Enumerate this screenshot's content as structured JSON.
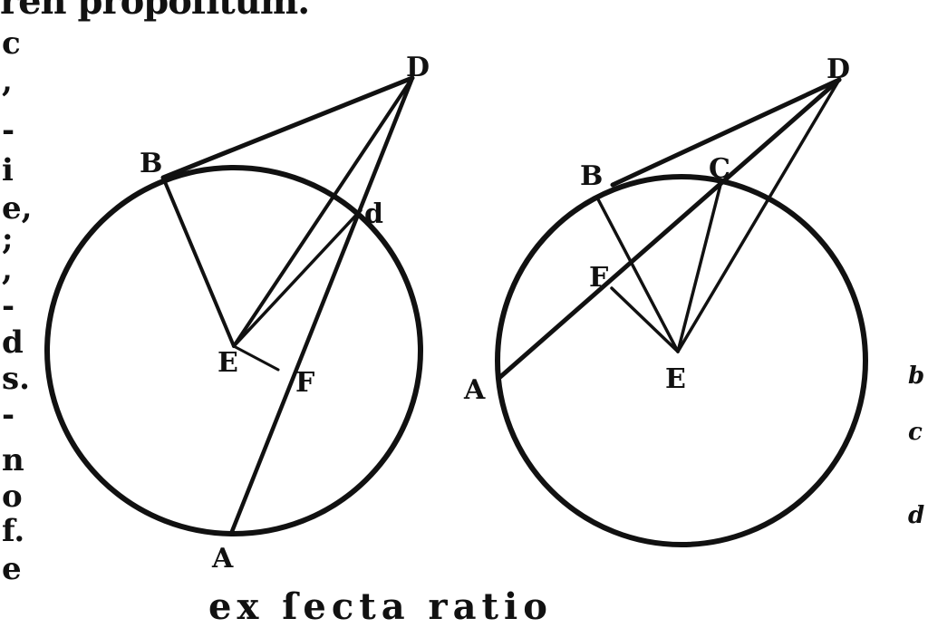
{
  "header_text": "ren propoſitum.",
  "footer_text": "ex ſecta ratio",
  "left_margin_chars": [
    "c",
    ",",
    "-",
    "i",
    "e,",
    ";",
    ",",
    "-",
    "d",
    "s.",
    "-",
    "n",
    "o",
    "f.",
    "e"
  ],
  "right_margin_notes": [
    "b",
    "c",
    "d"
  ],
  "figure_1_labels": {
    "D": "D",
    "B": "B",
    "d": "d",
    "E": "E",
    "F": "F",
    "A": "A"
  },
  "figure_2_labels": {
    "D": "D",
    "B": "B",
    "C": "C",
    "F": "F",
    "A": "A",
    "E": "E"
  }
}
